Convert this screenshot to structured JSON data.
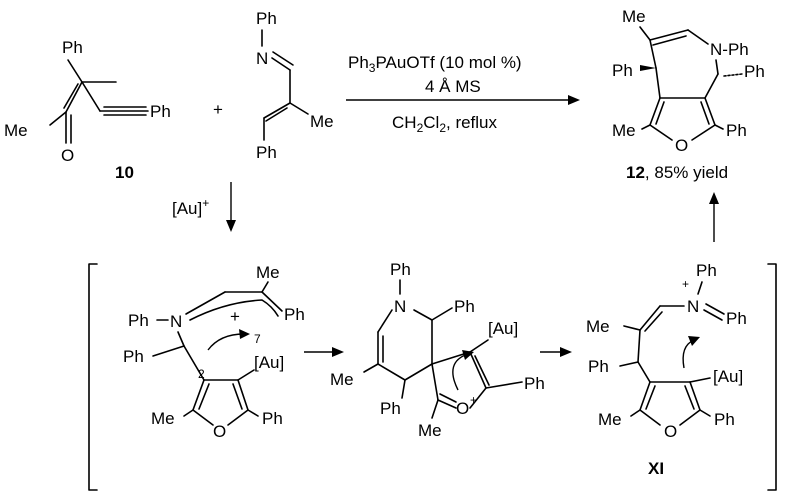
{
  "colors": {
    "ink": "#000000",
    "background": "#ffffff"
  },
  "reagent_10": {
    "label": "10",
    "ph_top": "Ph",
    "ph_alkyne": "Ph",
    "me": "Me",
    "o": "O"
  },
  "plus_sign": "+",
  "imine": {
    "ph_n": "Ph",
    "n": "N",
    "me": "Me",
    "ph_bottom": "Ph"
  },
  "conditions": {
    "catalyst_prefix": "Ph",
    "catalyst_sub": "3",
    "catalyst_rest": "PAuOTf (10 mol %)",
    "sieves": "4 Å MS",
    "solvent_a": "CH",
    "solvent_sub1": "2",
    "solvent_b": "Cl",
    "solvent_sub2": "2",
    "solvent_rest": ", reflux"
  },
  "product_12": {
    "label_bold": "12",
    "label_rest": ", 85% yield",
    "me_top": "Me",
    "n_ph": "N-Ph",
    "ph_left": "Ph",
    "ph_right": "Ph",
    "me_bottom": "Me",
    "o": "O",
    "ph_furan": "Ph"
  },
  "gold_catalyst": {
    "text": "[Au]",
    "sup": "+"
  },
  "intermediate_1": {
    "me": "Me",
    "ph_n": "Ph",
    "n": "N",
    "plus": "+",
    "ph_chain": "Ph",
    "num7": "7",
    "ph_ch": "Ph",
    "num2": "2",
    "au": "[Au]",
    "me_furan": "Me",
    "o": "O",
    "ph_furan": "Ph"
  },
  "intermediate_2": {
    "ph_n": "Ph",
    "n": "N",
    "ph_top": "Ph",
    "au": "[Au]",
    "me": "Me",
    "ph_ring": "Ph",
    "o_plus": "O",
    "plus": "+",
    "me_acyl": "Me",
    "ph_right": "Ph"
  },
  "intermediate_XI": {
    "label": "XI",
    "ph_n": "Ph",
    "plus": "+",
    "n": "N",
    "me": "Me",
    "ph_benzylidene": "Ph",
    "ph_left": "Ph",
    "au": "[Au]",
    "me_furan": "Me",
    "o": "O",
    "ph_furan": "Ph"
  }
}
